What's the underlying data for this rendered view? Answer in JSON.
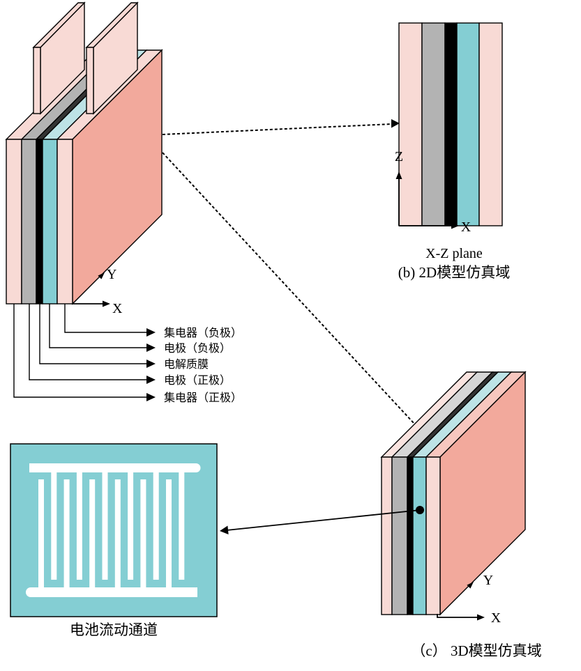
{
  "colors": {
    "cc": "#F8DAD5",
    "electrode_pos": "#B3B3B3",
    "membrane": "#000000",
    "electrode_neg": "#84CED3",
    "side": "#F2A99C",
    "membrane_top": "#333333",
    "electrode_neg_top": "#BDE3E6",
    "c_cc_pos_top": "#FAE3DF",
    "c_electrode_pos_top": "#D6D6D6",
    "c_cc_neg_top": "#F7C7BF",
    "channel_bg": "#84CED3",
    "channel_path": "#FFFFFF"
  },
  "axes": {
    "x": "X",
    "y": "Y",
    "z": "Z"
  },
  "layer_labels": [
    "集电器（负极）",
    "电极（负极）",
    "电解质膜",
    "电极（正极）",
    "集电器（正极）"
  ],
  "panel_b": {
    "plane_label": "X-Z plane",
    "caption": "(b) 2D模型仿真域"
  },
  "panel_c": {
    "caption": "（c） 3D模型仿真域"
  },
  "flow_channel": {
    "caption": "电池流动通道",
    "finger_count": 12
  }
}
